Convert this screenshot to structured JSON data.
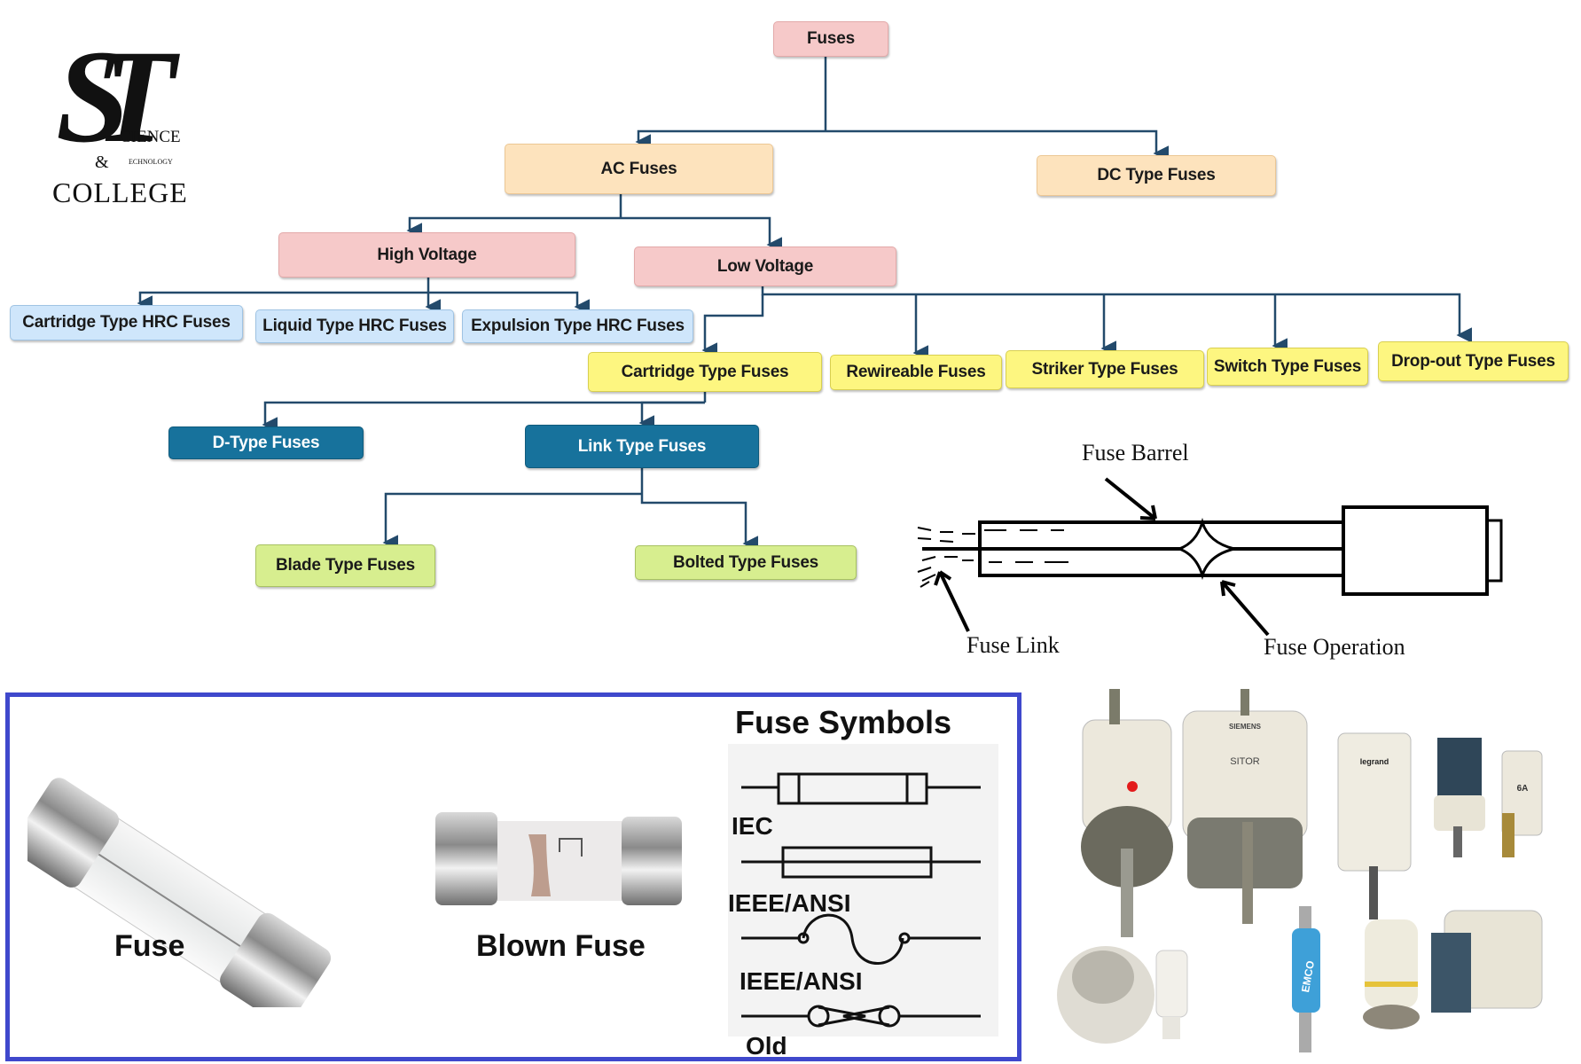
{
  "logo": {
    "monogram": "ST",
    "line1": "CIENCE",
    "ampersand": "&",
    "line2": "ECHNOLOGY",
    "line3": "COLLEGE"
  },
  "tree": {
    "root": "Fuses",
    "ac": "AC Fuses",
    "dc": "DC Type Fuses",
    "high_voltage": "High Voltage",
    "low_voltage": "Low Voltage",
    "hv_children": [
      "Cartridge Type HRC Fuses",
      "Liquid Type HRC Fuses",
      "Expulsion Type HRC Fuses"
    ],
    "lv_children": [
      "Cartridge Type Fuses",
      "Rewireable Fuses",
      "Striker Type Fuses",
      "Switch Type Fuses",
      "Drop-out Type Fuses"
    ],
    "cartridge_children": [
      "D-Type Fuses",
      "Link Type Fuses"
    ],
    "link_children": [
      "Blade Type Fuses",
      "Bolted Type Fuses"
    ]
  },
  "barrel_diagram": {
    "labels": {
      "barrel": "Fuse Barrel",
      "link": "Fuse Link",
      "operation": "Fuse Operation"
    }
  },
  "symbols_panel": {
    "fuse_label": "Fuse",
    "blown_label": "Blown Fuse",
    "title": "Fuse Symbols",
    "symbols": [
      "IEC",
      "IEEE/ANSI",
      "IEEE/ANSI",
      "Old"
    ]
  },
  "photo_labels": {
    "emco": "EMCO",
    "sitor": "SITOR",
    "siemens": "SIEMENS",
    "legrand": "legrand",
    "rating": "6A"
  },
  "colors": {
    "connector": "#234a6b",
    "frame": "#3f48cc"
  }
}
